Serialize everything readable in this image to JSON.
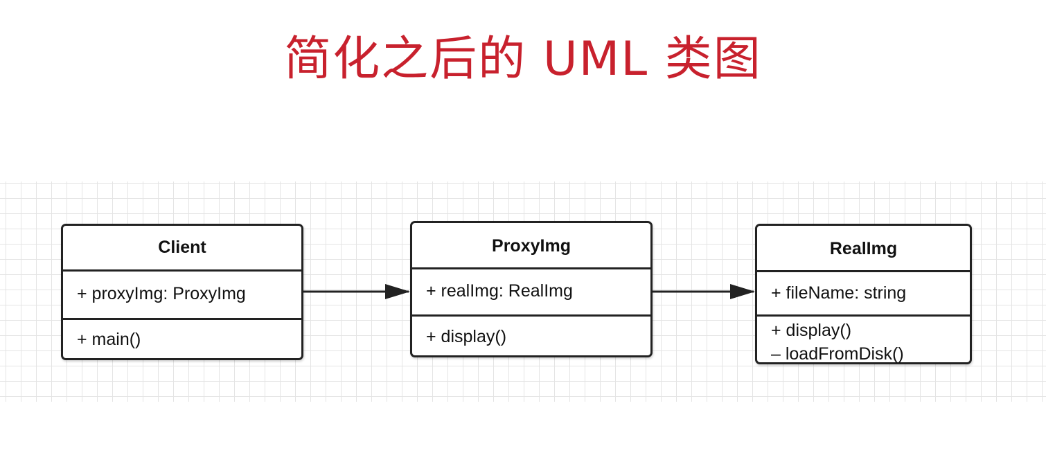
{
  "slide": {
    "title": "简化之后的 UML 类图"
  },
  "classes": {
    "client": {
      "name": "Client",
      "attributes": [
        "+ proxyImg: ProxyImg"
      ],
      "methods": [
        "+ main()"
      ]
    },
    "proxy": {
      "name": "ProxyImg",
      "attributes": [
        "+ realImg: RealImg"
      ],
      "methods": [
        "+ display()"
      ]
    },
    "real": {
      "name": "RealImg",
      "attributes": [
        "+ fileName: string"
      ],
      "methods": [
        "+ display()",
        "– loadFromDisk()"
      ]
    }
  },
  "relations": [
    {
      "from": "Client",
      "to": "ProxyImg",
      "type": "association"
    },
    {
      "from": "ProxyImg",
      "to": "RealImg",
      "type": "association"
    }
  ],
  "colors": {
    "title": "#c8212d",
    "stroke": "#222222",
    "grid": "#e4e4e4"
  }
}
